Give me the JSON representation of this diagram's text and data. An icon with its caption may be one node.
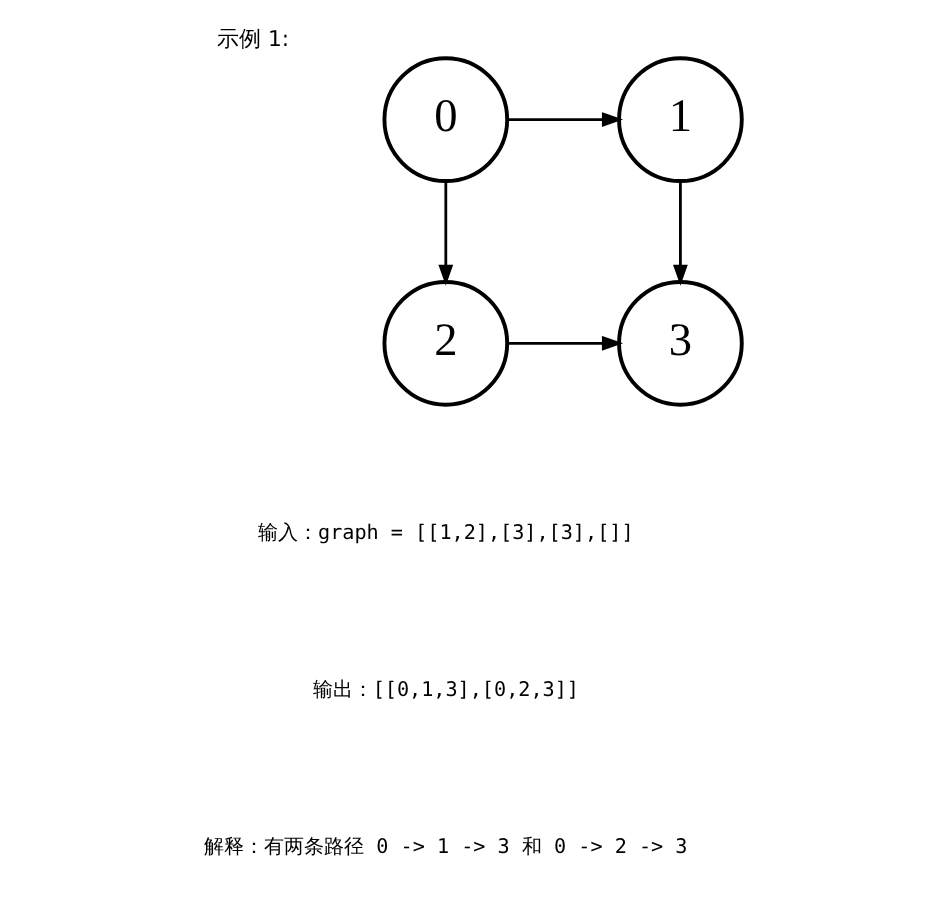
{
  "diagram": {
    "title": "示例 1:",
    "nodes": [
      {
        "text": [
          "0"
        ]
      },
      {
        "text": [
          "1"
        ]
      },
      {
        "text": [
          "2"
        ]
      },
      {
        "text": [
          "3"
        ]
      }
    ],
    "edges": [
      {
        "from": 0,
        "to": 1,
        "arrow": "to"
      },
      {
        "from": 0,
        "to": 2,
        "arrow": "to"
      },
      {
        "from": 1,
        "to": 3,
        "arrow": "to"
      },
      {
        "from": 2,
        "to": 3,
        "arrow": "to"
      }
    ],
    "labels": [
      "输入：graph = [[1,2],[3],[3],[]]",
      "输出：[[0,1,3],[0,2,3]]",
      "解释：有两条路径 0 -> 1 -> 3 和 0 -> 2 -> 3"
    ]
  }
}
